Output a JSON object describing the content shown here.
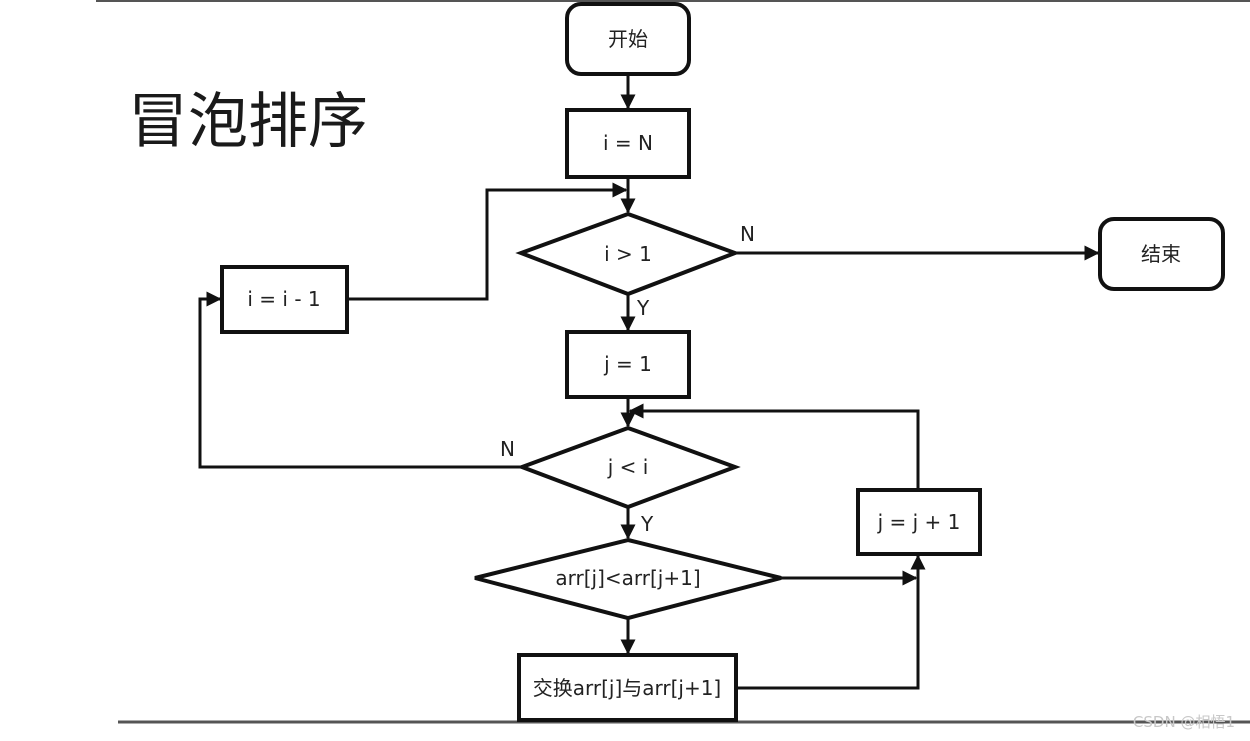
{
  "title": "冒泡排序",
  "nodes": {
    "start": "开始",
    "init_i": "i = N",
    "cond_i": "i > 1",
    "end": "结束",
    "init_j": "j = 1",
    "cond_j": "j < i",
    "compare": "arr[j]<arr[j+1]",
    "swap": "交换arr[j]与arr[j+1]",
    "inc_j": "j = j + 1",
    "dec_i": "i = i - 1"
  },
  "edge_labels": {
    "cond_i_no": "N",
    "cond_i_yes": "Y",
    "cond_j_no": "N",
    "cond_j_yes": "Y"
  },
  "watermark": "CSDN @相悟1",
  "colors": {
    "stroke": "#111111",
    "background": "#ffffff",
    "text": "#222222"
  }
}
